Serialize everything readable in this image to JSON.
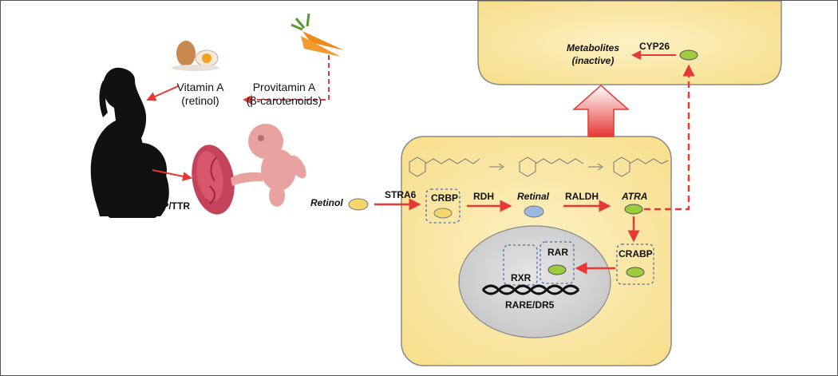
{
  "diagram": {
    "labels": {
      "vitamin_a": "Vitamin A",
      "retinol_paren": "(retinol)",
      "provitamin_a": "Provitamin A",
      "beta_carotenoids": "(β-carotenoids)",
      "rbp_ttr": "RBP/TTR",
      "retinol": "Retinol",
      "stra6": "STRA6",
      "crbp": "CRBP",
      "rdh": "RDH",
      "retinal": "Retinal",
      "raldh": "RALDH",
      "atra": "ATRA",
      "crabp": "CRABP",
      "rar": "RAR",
      "rxr": "RXR",
      "rare_dr5": "RARE/DR5",
      "metabolites": "Metabolites",
      "inactive": "(inactive)",
      "cyp26": "CYP26"
    },
    "colors": {
      "cell_fill": "#fbe9a6",
      "cell_border": "#8a8a8a",
      "arrow_red": "#e53935",
      "ellipse_yellow": "#f5d66b",
      "ellipse_blue": "#9ab8e0",
      "ellipse_green": "#9ccc3d",
      "nucleus_fill": "#d5d5d5",
      "silhouette": "#111111",
      "placenta": "#c2435a",
      "fetus": "#e8a3a0",
      "carrot": "#f08a1c",
      "egg": "#c9884e"
    },
    "icons": [
      "pregnant-woman-silhouette",
      "egg-icon",
      "carrot-icon",
      "placenta-icon",
      "fetus-icon",
      "dna-helix-icon",
      "chemical-structure-icon"
    ]
  }
}
